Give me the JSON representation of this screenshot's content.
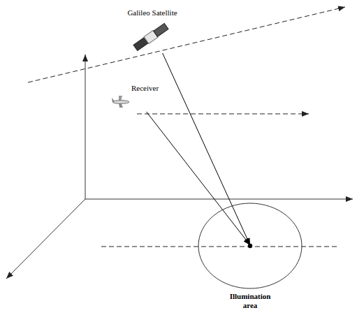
{
  "diagram": {
    "nodes": [
      {
        "text": [
          "Galileo Satellite"
        ]
      },
      {
        "text": [
          "Receiver"
        ]
      },
      {
        "text": [
          "Illumination area"
        ]
      }
    ],
    "edges": [
      {
        "from": 0,
        "to": 2,
        "arrow": "to"
      },
      {
        "from": 1,
        "to": 2,
        "arrow": "to"
      }
    ]
  }
}
